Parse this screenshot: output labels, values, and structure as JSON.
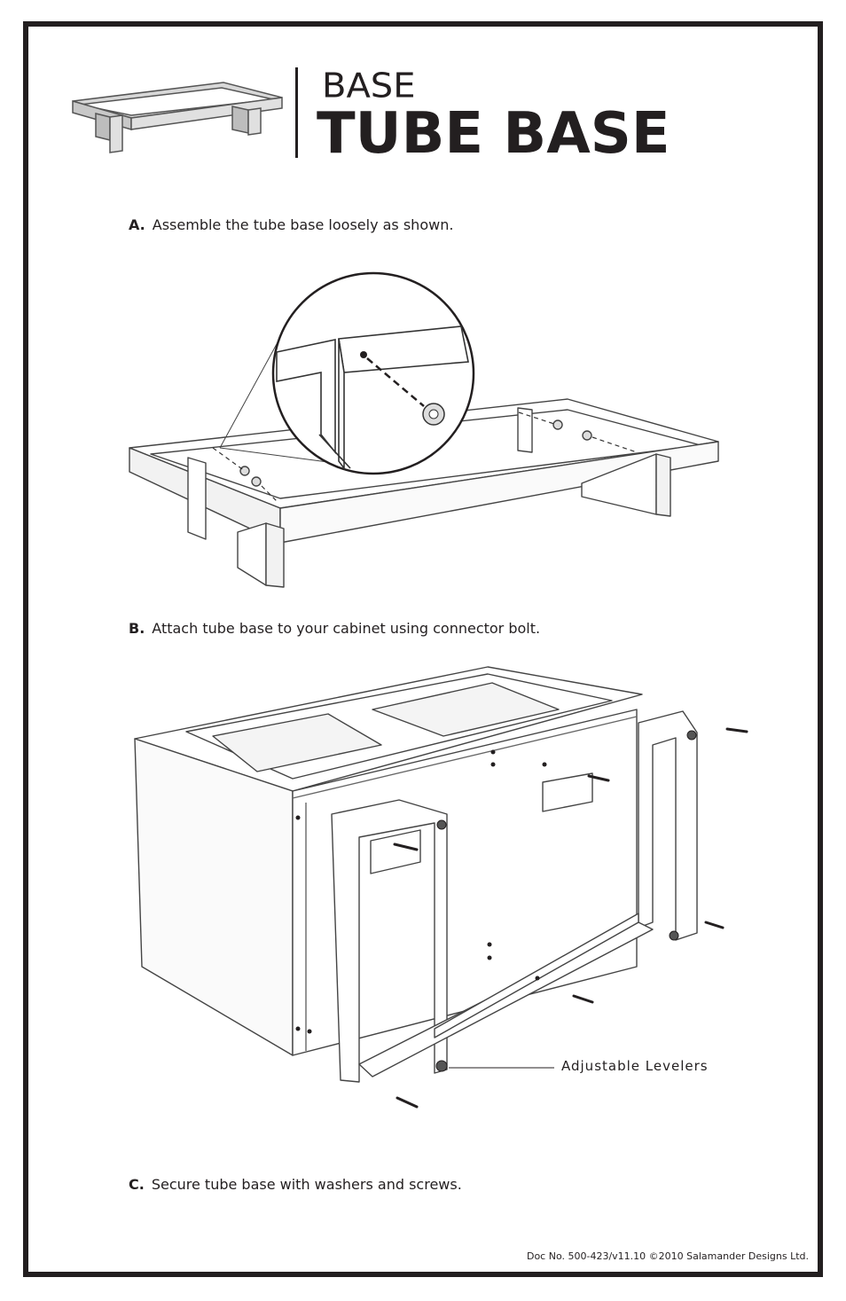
{
  "header": {
    "title_small": "BASE",
    "title_big": "TUBE BASE"
  },
  "steps": [
    {
      "letter": "A.",
      "text": "Assemble the tube base loosely as shown."
    },
    {
      "letter": "B.",
      "text": "Attach tube base to your cabinet using connector bolt."
    },
    {
      "letter": "C.",
      "text": "Secure tube base with washers and screws."
    }
  ],
  "callout": {
    "adjustable_levelers": "Adjustable Levelers"
  },
  "footer": {
    "doc_no": "Doc No. 500-423/v11.10 ©2010 Salamander Designs Ltd."
  },
  "colors": {
    "ink": "#231f20",
    "line_gray": "#555555",
    "fill_gray": "#e6e6e6"
  },
  "icons": {
    "thumbnail": "tube-base-thumbnail-icon",
    "diagram_a": "tube-base-assembly-diagram",
    "diagram_b": "cabinet-attachment-diagram"
  }
}
